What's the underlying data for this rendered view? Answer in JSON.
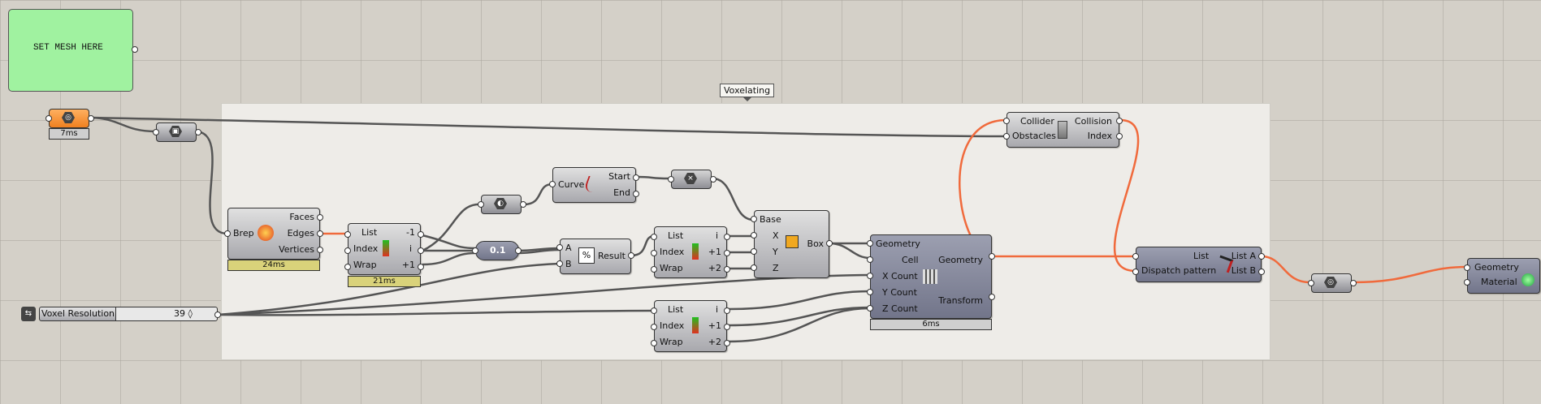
{
  "panel": {
    "text": "SET MESH HERE"
  },
  "group": {
    "label": "Voxelating"
  },
  "timers": {
    "mesh": "7ms",
    "deconstruct": "24ms",
    "listitem": "21ms",
    "box": "6ms"
  },
  "deconstruct": {
    "input": "Brep",
    "outputs": [
      "Faces",
      "Edges",
      "Vertices"
    ]
  },
  "listitem1": {
    "inputs": [
      "List",
      "Index",
      "Wrap"
    ],
    "outputs": [
      "-1",
      "i",
      "+1"
    ]
  },
  "endpoints": {
    "inputs": [
      "Curve"
    ],
    "outputs": [
      "Start",
      "End"
    ]
  },
  "divide": {
    "inputs": [
      "A",
      "B"
    ],
    "output": "Result"
  },
  "number": {
    "value": "0.1"
  },
  "listitem2": {
    "inputs": [
      "List",
      "Index",
      "Wrap"
    ],
    "outputs": [
      "i",
      "+1",
      "+2"
    ]
  },
  "listitem3": {
    "inputs": [
      "List",
      "Index",
      "Wrap"
    ],
    "outputs": [
      "i",
      "+1",
      "+2"
    ]
  },
  "box": {
    "inputs": [
      "Base",
      "X",
      "Y",
      "Z"
    ],
    "output": "Box"
  },
  "voxel": {
    "inputs": [
      "Geometry",
      "Cell",
      "X Count",
      "Y Count",
      "Z Count"
    ],
    "outputs": [
      "Geometry",
      "Transform"
    ]
  },
  "collision": {
    "inputs": [
      "Collider",
      "Obstacles"
    ],
    "outputs": [
      "Collision",
      "Index"
    ]
  },
  "dispatch": {
    "inputs": [
      "List",
      "Dispatch pattern"
    ],
    "outputs": [
      "List A",
      "List B"
    ]
  },
  "preview": {
    "inputs": [
      "Geometry",
      "Material"
    ]
  },
  "slider": {
    "name": "Voxel Resolution",
    "value": "39 ◊"
  },
  "colors": {
    "wire": "#555555",
    "selected_wire": "#f06a3c",
    "panel": "#a0f2a0",
    "timer": "#d9d27a",
    "group": "#eeece8"
  }
}
